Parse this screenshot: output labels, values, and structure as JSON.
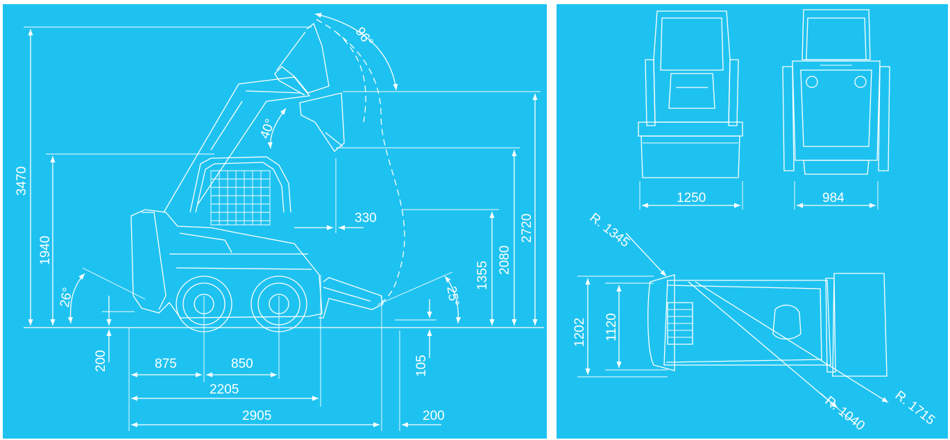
{
  "colors": {
    "background": "#1ec2f0",
    "line": "#ffffff"
  },
  "side_view": {
    "dims": {
      "total_height": "3470",
      "hinge_pin_height": "1940",
      "dump_height": "2720",
      "reach_height": "2080",
      "dump_clearance": "1355",
      "reach": "330",
      "ground_clearance": "200",
      "front_axle": "875",
      "wheelbase": "850",
      "length_no_bucket": "2205",
      "total_length": "2905",
      "bucket_gap": "200",
      "bucket_below_ground": "105"
    },
    "angles": {
      "rollback": "96°",
      "dump": "40°",
      "departure": "26°",
      "approach": "25°"
    }
  },
  "front_view": {
    "width": "1250"
  },
  "rear_view": {
    "width": "984"
  },
  "top_view": {
    "radii": {
      "outer_front": "R. 1345",
      "inner": "R. 1040",
      "outer_rear": "R. 1715"
    },
    "widths": {
      "overall": "1202",
      "track": "1120"
    }
  }
}
